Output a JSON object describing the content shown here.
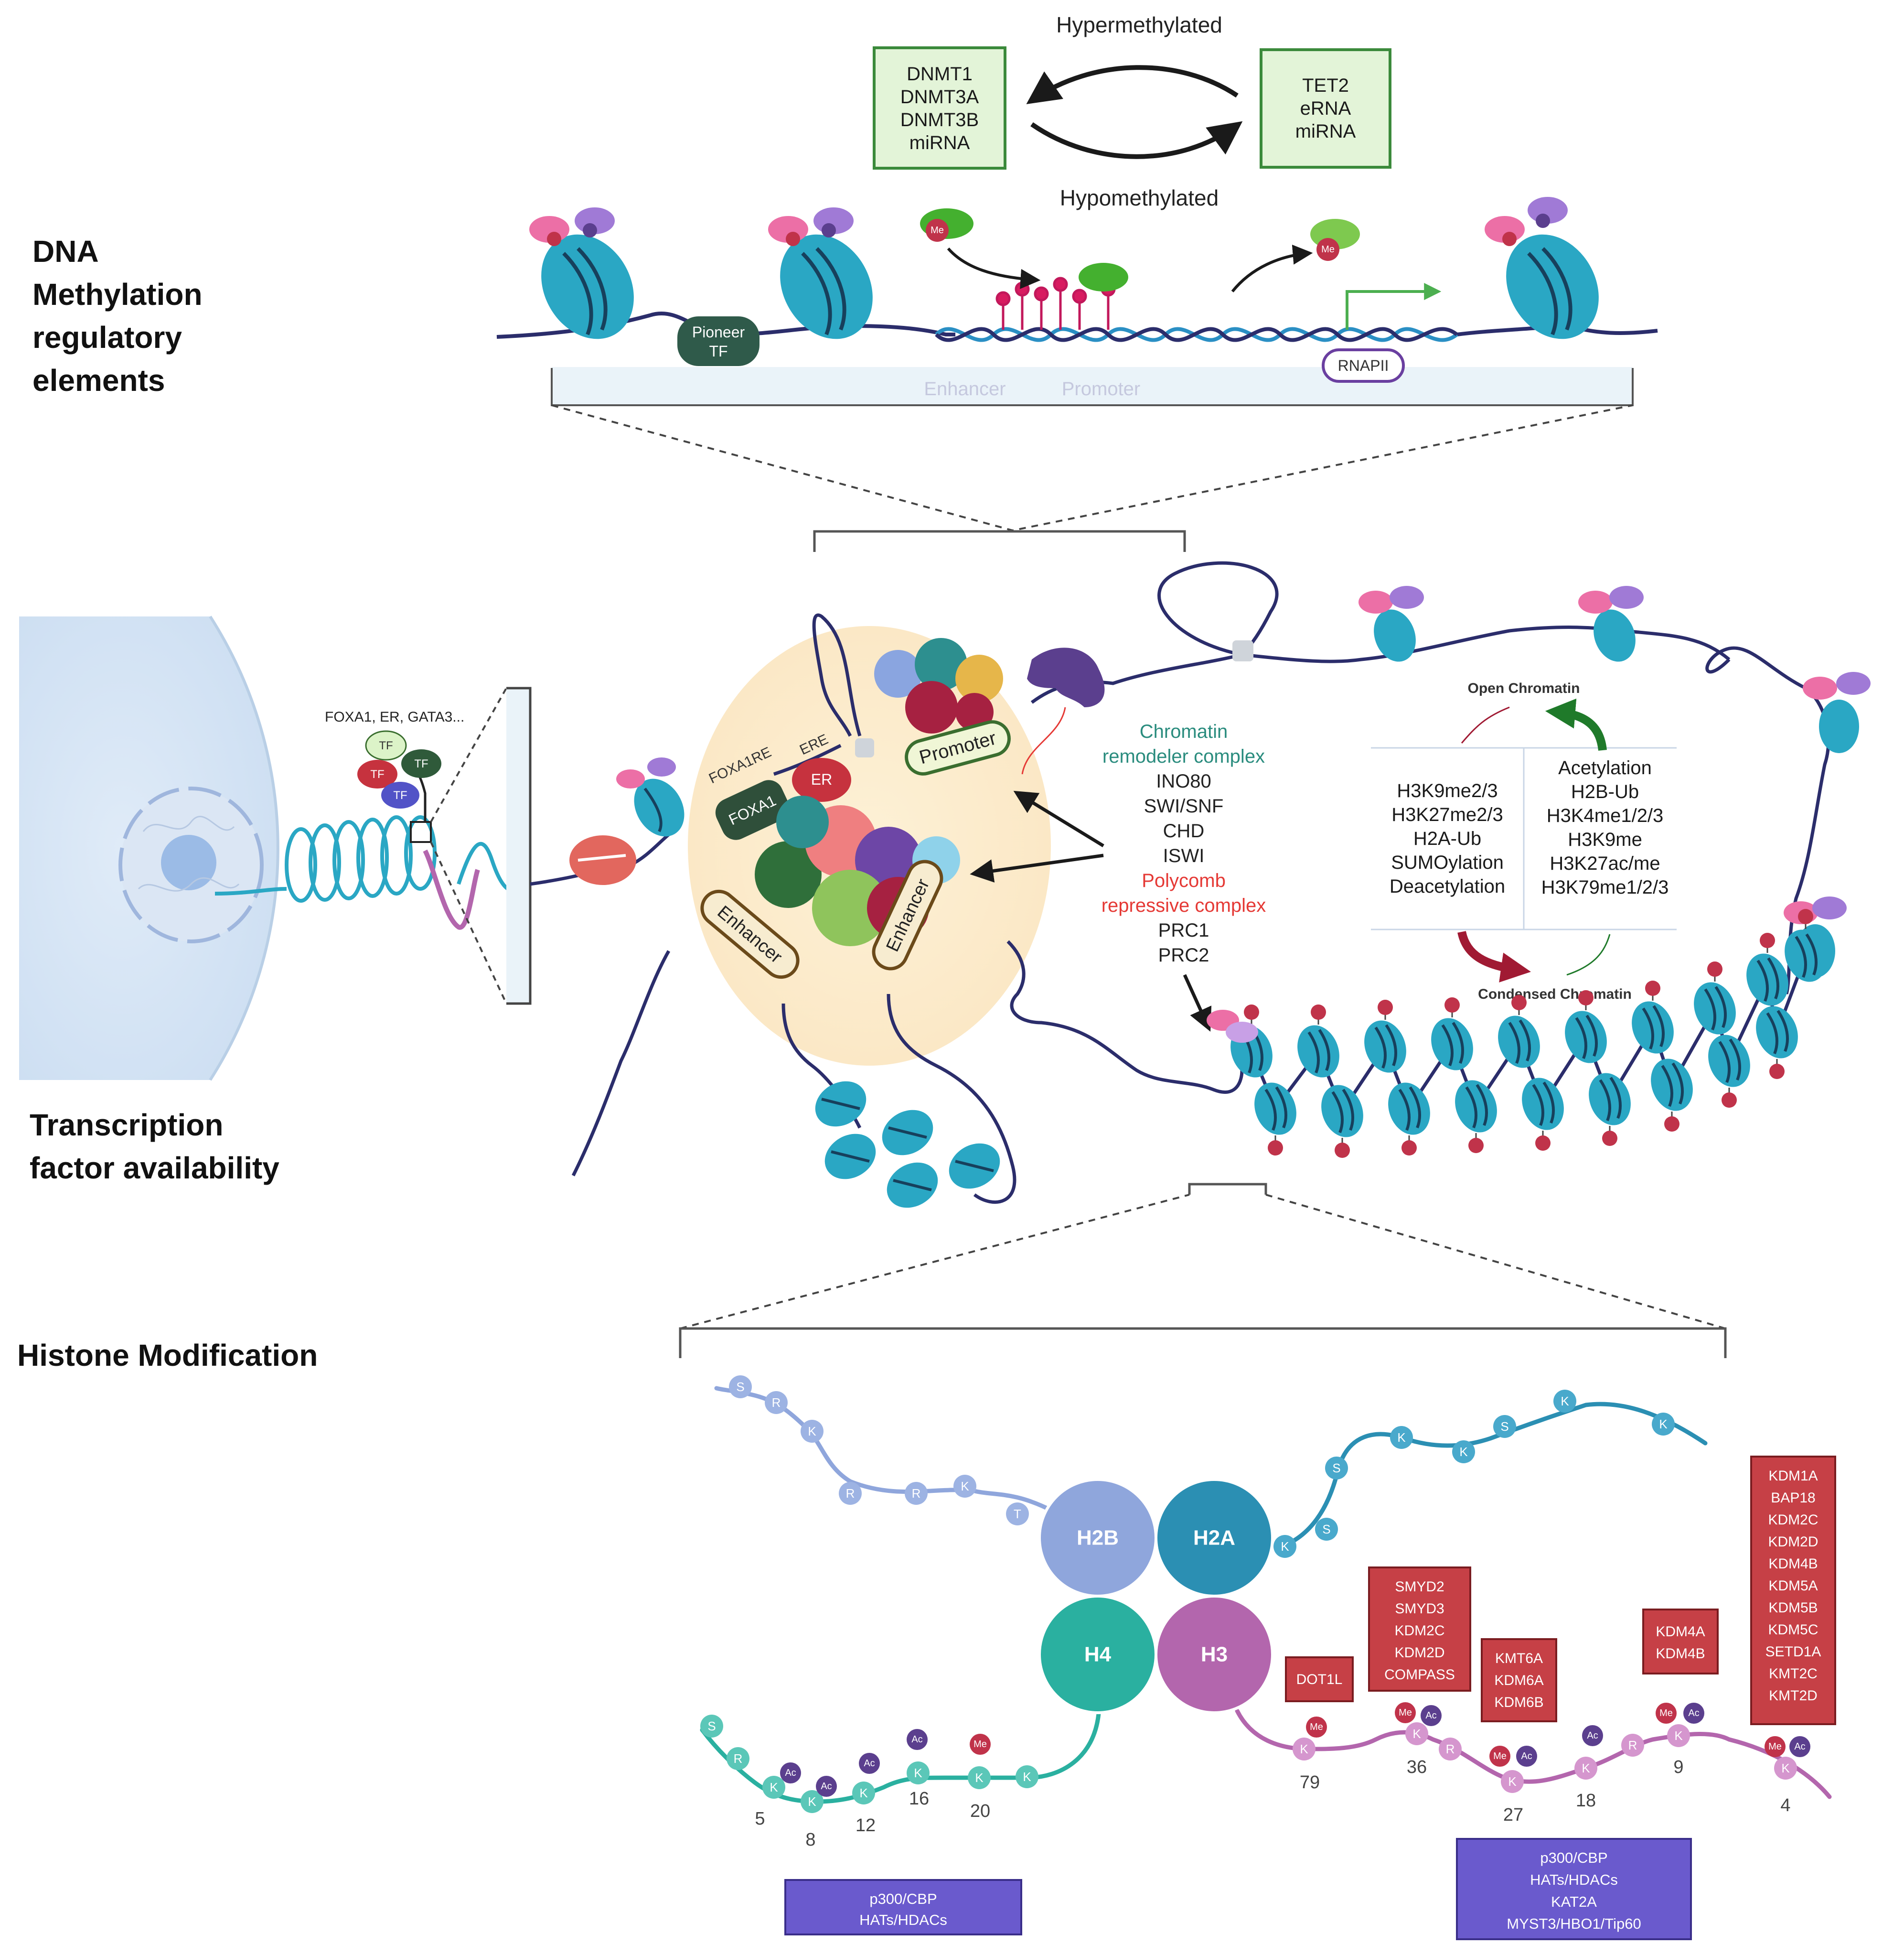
{
  "labels": {
    "dna_methylation": [
      "DNA",
      "Methylation",
      "regulatory",
      "elements"
    ],
    "tf_availability": [
      "Transcription",
      "factor availability"
    ],
    "histone_modification": "Histone Modification"
  },
  "methylation": {
    "hypermethylated": "Hypermethylated",
    "hypomethylated": "Hypomethylated",
    "left_box": [
      "DNMT1",
      "DNMT3A",
      "DNMT3B",
      "miRNA"
    ],
    "right_box": [
      "TET2",
      "eRNA",
      "miRNA"
    ],
    "pioneer": [
      "Pioneer",
      "TF"
    ],
    "rnapii": "RNAPII",
    "enhancer": "Enhancer",
    "promoter": "Promoter",
    "me": "Me"
  },
  "tf_cluster": {
    "header": "FOXA1, ER, GATA3...",
    "tf": "TF"
  },
  "loop": {
    "foxa1re": "FOXA1RE",
    "ere": "ERE",
    "foxa1": "FOXA1",
    "er": "ER",
    "promoter": "Promoter",
    "enhancer": "Enhancer"
  },
  "remodeler": {
    "title": [
      "Chromatin",
      "remodeler complex"
    ],
    "items": [
      "INO80",
      "SWI/SNF",
      "CHD",
      "ISWI"
    ],
    "polycomb": [
      "Polycomb",
      "repressive complex"
    ],
    "prc": [
      "PRC1",
      "PRC2"
    ]
  },
  "chromatin_states": {
    "open": "Open Chromatin",
    "condensed": "Condensed Chromatin",
    "repressive": [
      "H3K9me2/3",
      "H3K27me2/3",
      "H2A-Ub",
      "SUMOylation",
      "Deacetylation"
    ],
    "active": [
      "Acetylation",
      "H2B-Ub",
      "H3K4me1/2/3",
      "H3K9me",
      "H3K27ac/me",
      "H3K79me1/2/3"
    ]
  },
  "histones": {
    "h2b": "H2B",
    "h2a": "H2A",
    "h4": "H4",
    "h3": "H3"
  },
  "tails": {
    "h2b": [
      "S",
      "R",
      "K",
      "R",
      "R",
      "K",
      "T"
    ],
    "h2a": [
      "K",
      "S",
      "S",
      "K",
      "K",
      "S",
      "K",
      "K"
    ],
    "h4": [
      "S",
      "R",
      "K",
      "K",
      "K",
      "K",
      "K",
      "K"
    ],
    "h3": [
      "K",
      "K",
      "R",
      "K",
      "K",
      "R",
      "K",
      "K"
    ],
    "h4_numbers": [
      "5",
      "8",
      "12",
      "16",
      "20"
    ],
    "h3_numbers": [
      "79",
      "36",
      "27",
      "18",
      "9",
      "4"
    ],
    "me": "Me",
    "ac": "Ac"
  },
  "enzymes": {
    "dot1l": [
      "DOT1L"
    ],
    "k36": [
      "SMYD2",
      "SMYD3",
      "KDM2C",
      "KDM2D",
      "COMPASS"
    ],
    "k27": [
      "KMT6A",
      "KDM6A",
      "KDM6B"
    ],
    "k9": [
      "KDM4A",
      "KDM4B"
    ],
    "k4": [
      "KDM1A",
      "BAP18",
      "KDM2C",
      "KDM2D",
      "KDM4B",
      "KDM5A",
      "KDM5B",
      "KDM5C",
      "SETD1A",
      "KMT2C",
      "KMT2D"
    ],
    "h4_acetyl": [
      "p300/CBP",
      "HATs/HDACs"
    ],
    "h3_acetyl": [
      "p300/CBP",
      "HATs/HDACs",
      "KAT2A",
      "MYST3/HBO1/Tip60"
    ]
  },
  "colors": {
    "box_green_fill": "#e3f4d8",
    "box_green_stroke": "#3b8a3b",
    "nucleosome": "#2aa7c4",
    "nucleosome_dark": "#17657f",
    "dna_strand": "#2b2d6b",
    "red_box": "#c64046",
    "blue_box": "#6a5acd",
    "h2b": "#8fa6dc",
    "h2a": "#2b8fb3",
    "h4": "#2ab0a0",
    "h3": "#b366ad",
    "me": "#c0334a",
    "ac": "#5b3f8e"
  }
}
